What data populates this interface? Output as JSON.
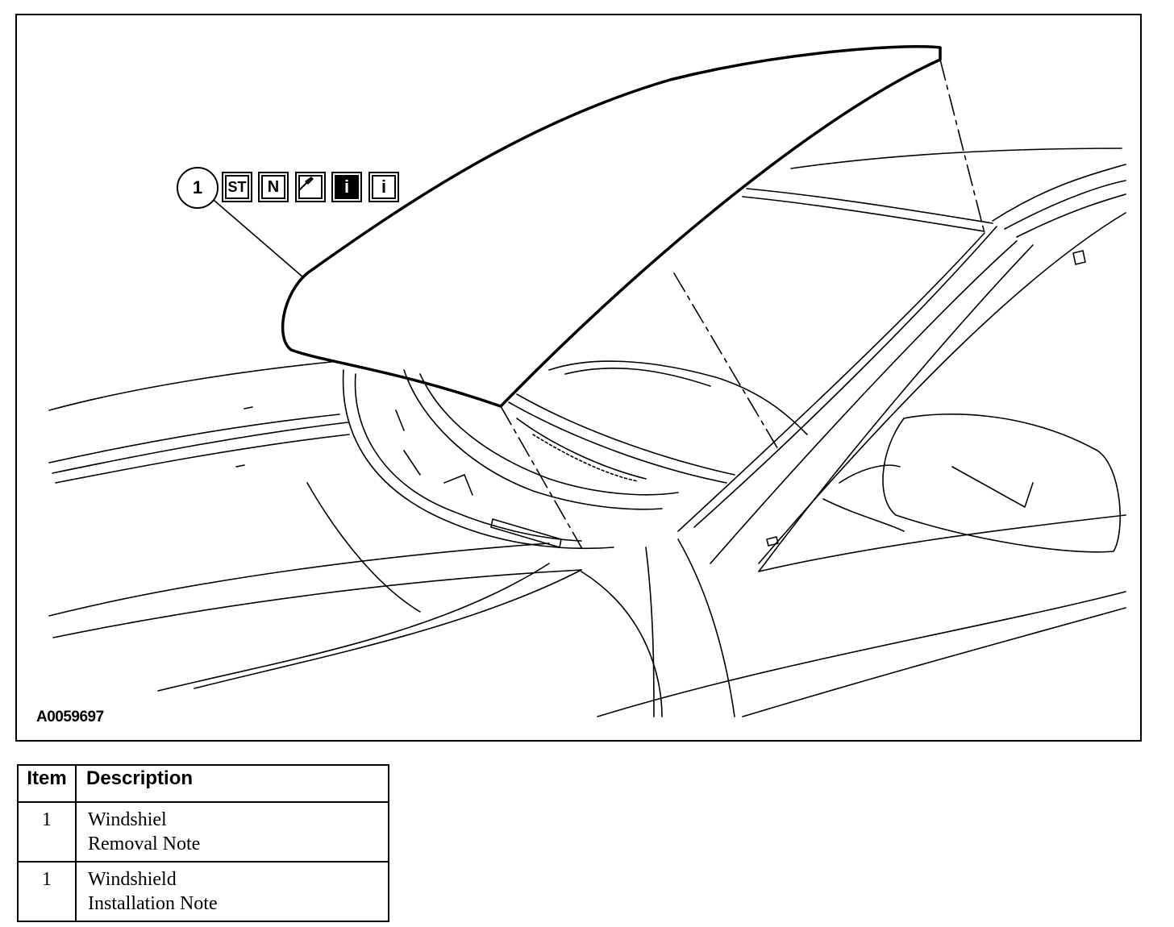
{
  "figure": {
    "reference_id": "A0059697",
    "callout_number": "1",
    "callout_icons": [
      {
        "name": "special-tool-icon",
        "label": "ST",
        "style": "outline"
      },
      {
        "name": "new-part-icon",
        "label": "N",
        "style": "outline"
      },
      {
        "name": "sealant-tube-icon",
        "label": "",
        "style": "outline"
      },
      {
        "name": "info-icon-dark",
        "label": "i",
        "style": "dark"
      },
      {
        "name": "info-icon-light",
        "label": "i",
        "style": "outline"
      }
    ]
  },
  "legend": {
    "headers": {
      "item": "Item",
      "description": "Description"
    },
    "rows": [
      {
        "item": "1",
        "line1": "Windshiel",
        "line2": "Removal Note"
      },
      {
        "item": "1",
        "line1": "Windshield",
        "line2": "Installation Note"
      }
    ]
  }
}
